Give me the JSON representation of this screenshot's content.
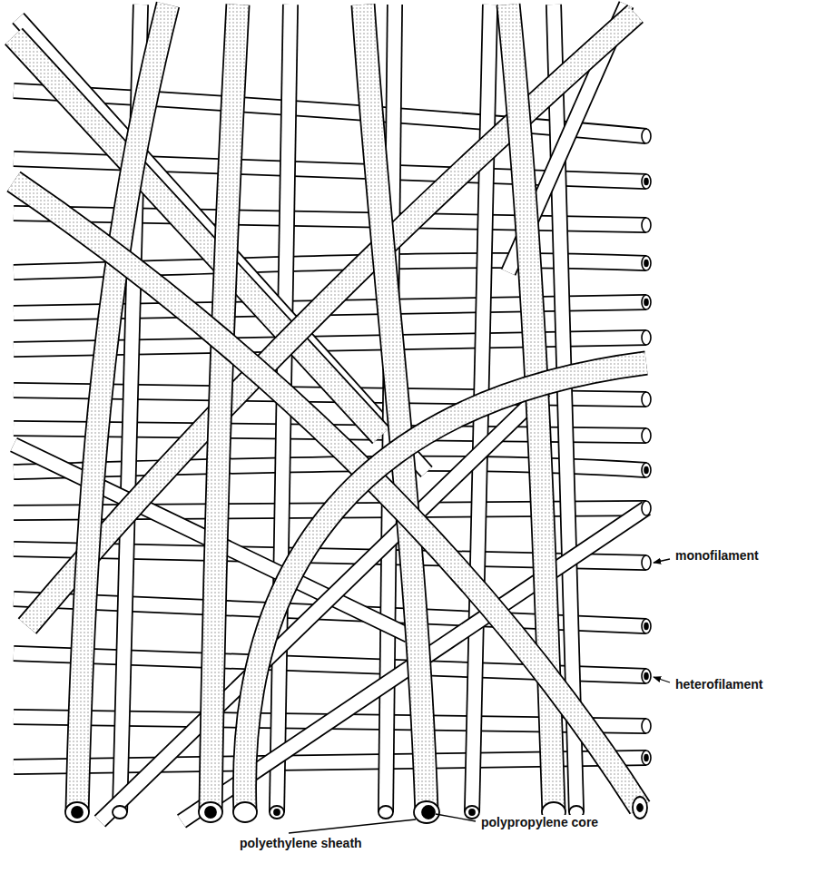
{
  "diagram": {
    "labels": [
      "monofilament",
      "heterofilament",
      "polyethylene sheath",
      "polypropylene core"
    ]
  }
}
